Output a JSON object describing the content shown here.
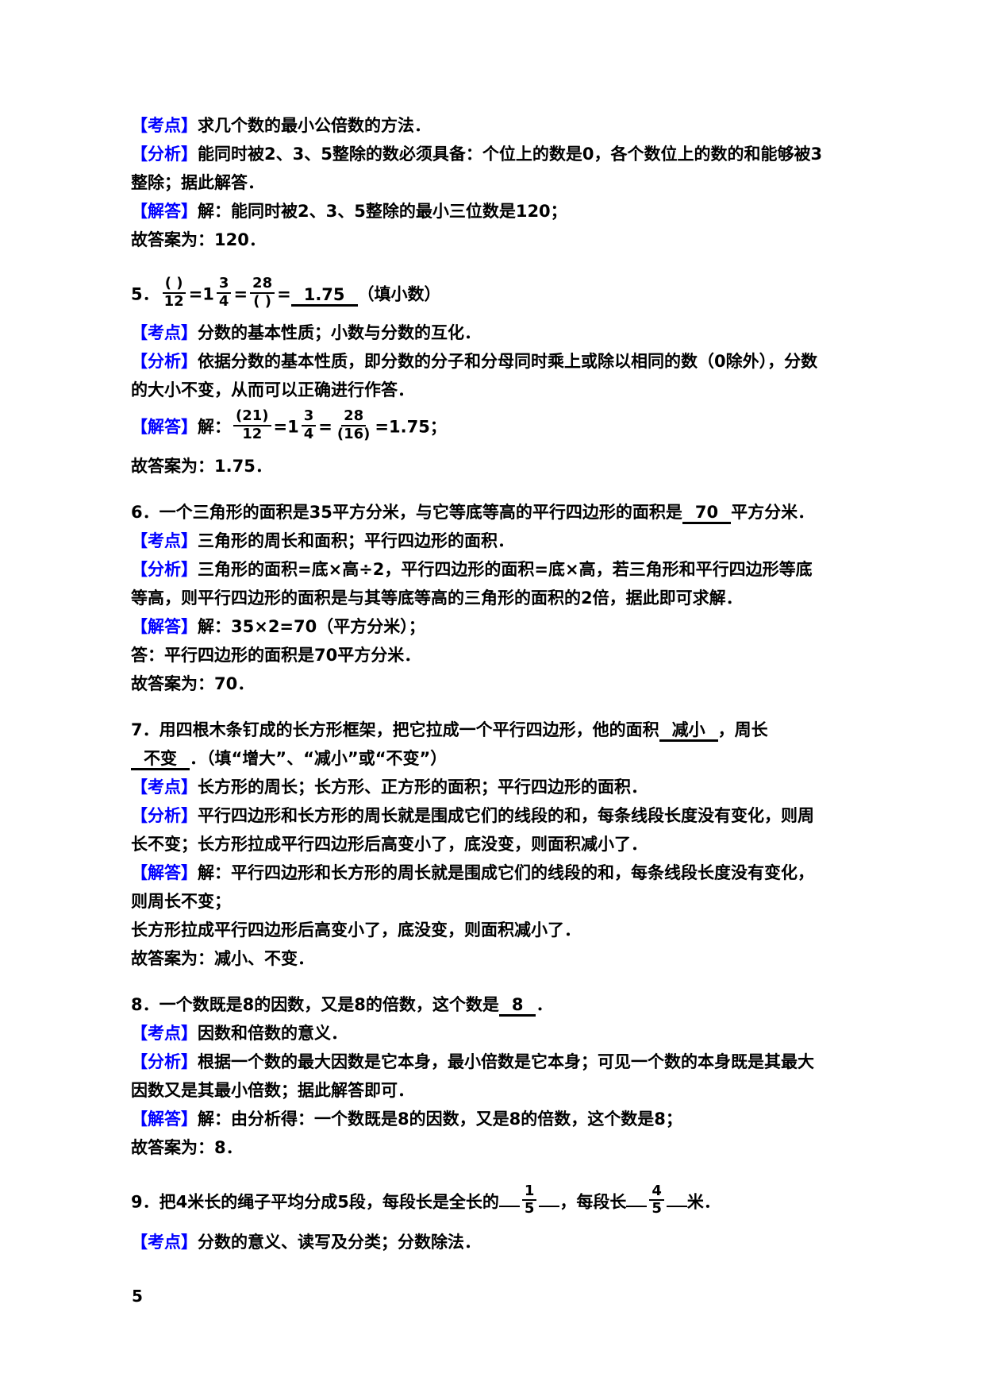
{
  "colors": {
    "label_blue": "#0000ff",
    "text": "#000000",
    "background": "#ffffff"
  },
  "labels": {
    "kaodian": "【考点】",
    "fenxi": "【分析】",
    "jieda": "【解答】"
  },
  "page": {
    "number": "5"
  },
  "p4": {
    "kaodian": "求几个数的最小公倍数的方法．",
    "fenxi": "能同时被2、3、5整除的数必须具备：个位上的数是0，各个数位上的数的和能够被3整除；据此解答．",
    "jieda": "解：能同时被2、3、5整除的最小三位数是120；",
    "conclusion": "故答案为：120．"
  },
  "p5": {
    "q_number": "5．",
    "q_frac1_num": "( )",
    "q_frac1_den": "12",
    "q_eq1": "=1",
    "q_frac2_num": "3",
    "q_frac2_den": "4",
    "q_eq2": "=",
    "q_frac3_num": "28",
    "q_frac3_den": "( )",
    "q_eq3": "=",
    "q_blank": "1.75",
    "q_tail": "（填小数）",
    "kaodian": "分数的基本性质；小数与分数的互化．",
    "fenxi": "依据分数的基本性质，即分数的分子和分母同时乘上或除以相同的数（0除外），分数的大小不变，从而可以正确进行作答．",
    "jieda_prefix": "解：",
    "a_frac1_num": "(21)",
    "a_frac1_den": "12",
    "a_eq1": "=1",
    "a_frac2_num": "3",
    "a_frac2_den": "4",
    "a_eq2": "=",
    "a_frac3_num": "28",
    "a_frac3_den": "(16)",
    "a_eq3": "=1.75；",
    "conclusion": "故答案为：1.75．"
  },
  "p6": {
    "q_pre": "6．一个三角形的面积是35平方分米，与它等底等高的平行四边形的面积是",
    "q_blank": "70",
    "q_post": "平方分米．",
    "kaodian": "三角形的周长和面积；平行四边形的面积．",
    "fenxi": "三角形的面积=底×高÷2，平行四边形的面积=底×高，若三角形和平行四边形等底等高，则平行四边形的面积是与其等底等高的三角形的面积的2倍，据此即可求解．",
    "jieda": "解：35×2=70（平方分米）；",
    "answer_line": "答：平行四边形的面积是70平方分米．",
    "conclusion": "故答案为：70．"
  },
  "p7": {
    "q_pre": "7．用四根木条钉成的长方形框架，把它拉成一个平行四边形，他的面积",
    "q_blank1": "减小",
    "q_mid": "，周长",
    "q_blank2": "不变",
    "q_post": "．（填“增大”、“减小”或“不变”）",
    "kaodian": "长方形的周长；长方形、正方形的面积；平行四边形的面积．",
    "fenxi": "平行四边形和长方形的周长就是围成它们的线段的和，每条线段长度没有变化，则周长不变；长方形拉成平行四边形后高变小了，底没变，则面积减小了．",
    "jieda": "解：平行四边形和长方形的周长就是围成它们的线段的和，每条线段长度没有变化，则周长不变；",
    "extra_line": "长方形拉成平行四边形后高变小了，底没变，则面积减小了．",
    "conclusion": "故答案为：减小、不变．"
  },
  "p8": {
    "q_pre": "8．一个数既是8的因数，又是8的倍数，这个数是",
    "q_blank": "8",
    "q_post": "．",
    "kaodian": "因数和倍数的意义．",
    "fenxi": "根据一个数的最大因数是它本身，最小倍数是它本身；可见一个数的本身既是其最大因数又是其最小倍数；据此解答即可．",
    "jieda": "解：由分析得：一个数既是8的因数，又是8的倍数，这个数是8；",
    "conclusion": "故答案为：8．"
  },
  "p9": {
    "q_pre": "9．把4米长的绳子平均分成5段，每段长是全长的",
    "frac1_num": "1",
    "frac1_den": "5",
    "q_mid": "，每段长",
    "frac2_num": "4",
    "frac2_den": "5",
    "q_post": "米．",
    "kaodian": "分数的意义、读写及分类；分数除法．"
  }
}
